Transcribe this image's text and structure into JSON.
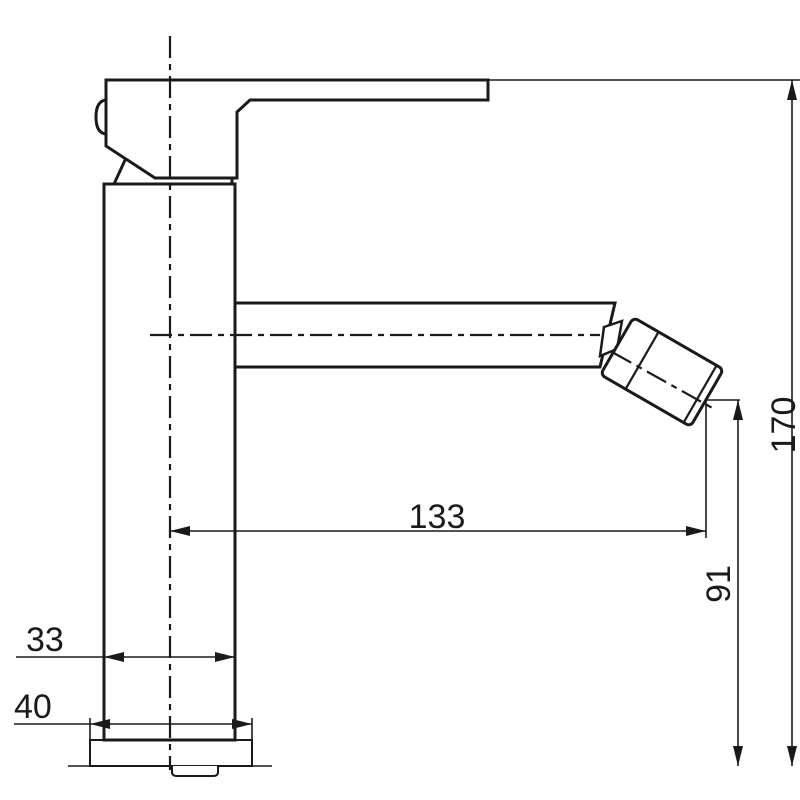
{
  "dimensions": {
    "base_width": "40",
    "body_width": "33",
    "spout_reach": "133",
    "spout_height": "91",
    "total_height": "170"
  }
}
